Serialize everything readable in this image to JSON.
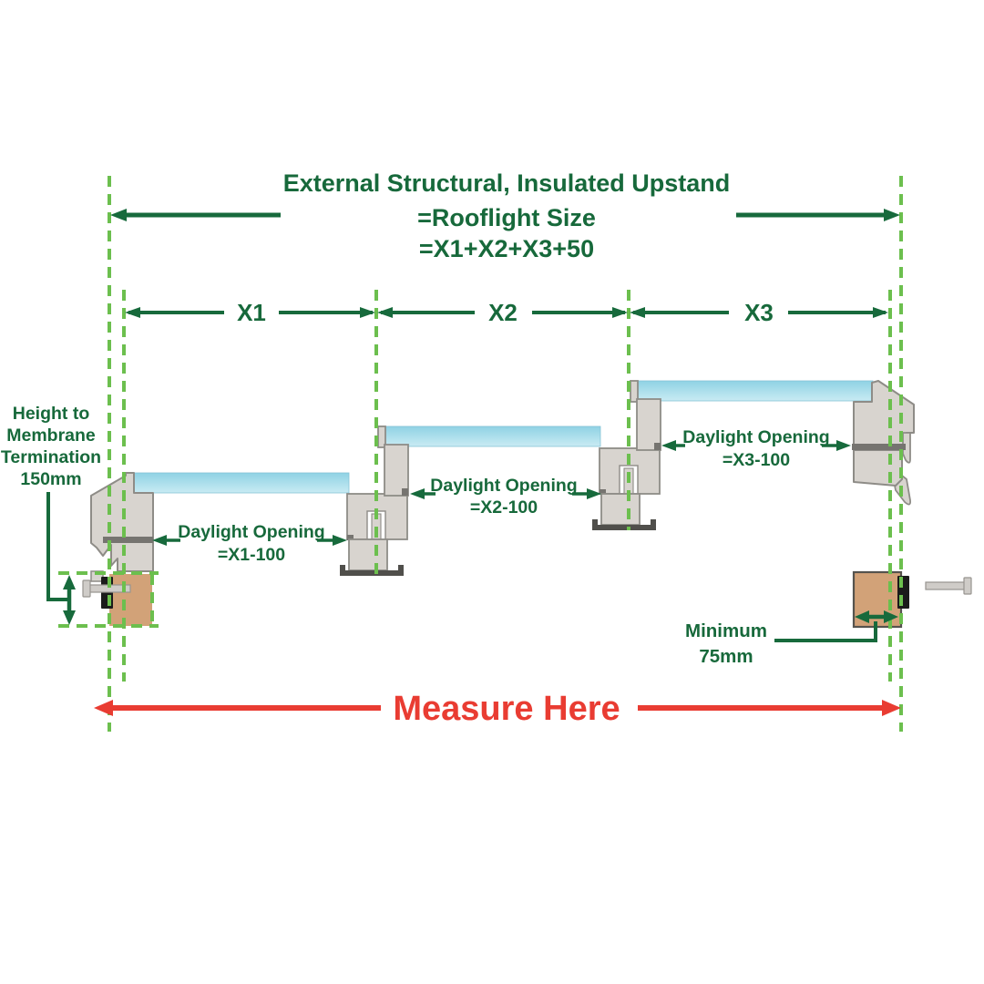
{
  "title": {
    "line1": "External Structural, Insulated Upstand",
    "line2": "=Rooflight Size",
    "line3": "=X1+X2+X3+50"
  },
  "dimensions": {
    "x1": "X1",
    "x2": "X2",
    "x3": "X3"
  },
  "daylight_labels": [
    {
      "line1": "Daylight Opening",
      "line2": "=X1-100"
    },
    {
      "line1": "Daylight Opening",
      "line2": "=X2-100"
    },
    {
      "line1": "Daylight Opening",
      "line2": "=X3-100"
    }
  ],
  "height_label": {
    "line1": "Height to",
    "line2": "Membrane",
    "line3": "Termination",
    "line4": "150mm"
  },
  "minimum_label": {
    "line1": "Minimum",
    "line2": "75mm"
  },
  "measure_label": "Measure Here",
  "colors": {
    "text_green": "#17693b",
    "arrow_green": "#176a3c",
    "dashed_green": "#6cbf4e",
    "measure_red": "#e93c32",
    "glass_blue_top": "#8fd2e4",
    "glass_blue_bottom": "#c9ebf3",
    "frame_grey": "#d8d4cf",
    "frame_outline": "#8e8c87",
    "frame_dark_band": "#767470",
    "sill_dark": "#504f4b",
    "timber_tan": "#d2a278",
    "fixing_black": "#1b1b1b",
    "screw_grey": "#cfccc8"
  }
}
